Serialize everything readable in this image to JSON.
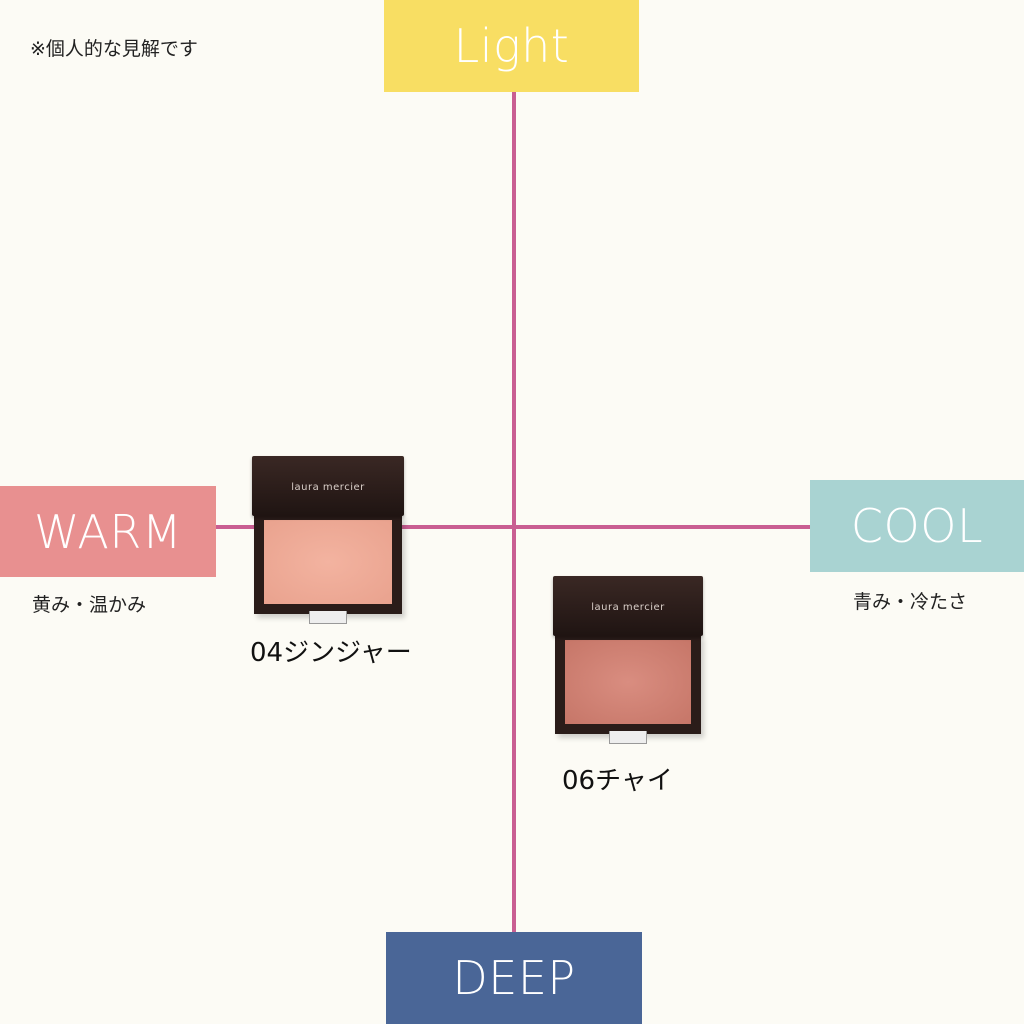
{
  "note": "※個人的な見解です",
  "axes": {
    "top": {
      "label": "Light",
      "color": "#f8de63"
    },
    "bottom": {
      "label": "DEEP",
      "color": "#4a6697"
    },
    "left": {
      "label": "WARM",
      "color": "#e89090",
      "subtitle": "黄み・温かみ"
    },
    "right": {
      "label": "COOL",
      "color": "#a9d3d2",
      "subtitle": "青み・冷たさ"
    },
    "line_color": "#c95e92"
  },
  "products": [
    {
      "brand": "laura mercier",
      "name": "04ジンジャー",
      "quadrant": "warm / center-height",
      "shade_color": "#efac98"
    },
    {
      "brand": "laura mercier",
      "name": "06チャイ",
      "quadrant": "cool / deep",
      "shade_color": "#d08478"
    }
  ]
}
